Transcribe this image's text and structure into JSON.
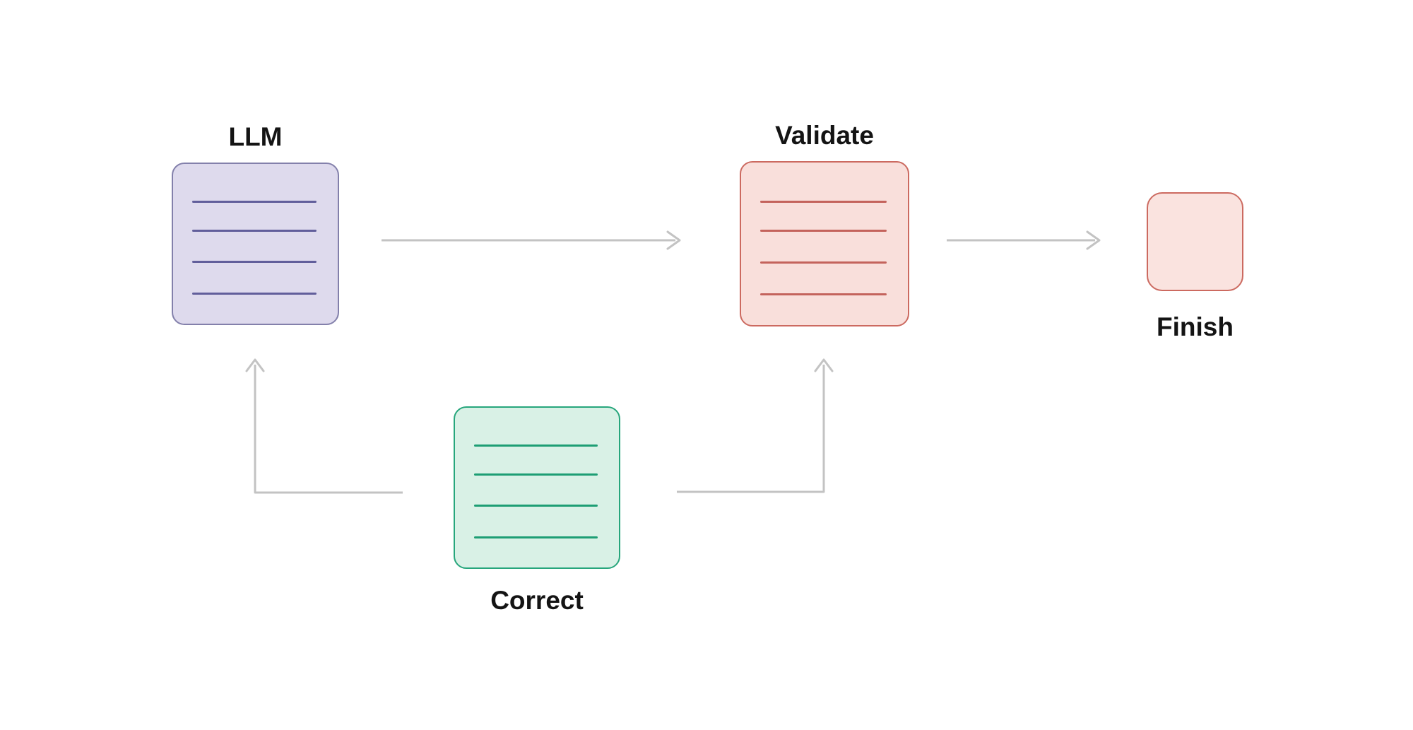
{
  "diagram": {
    "nodes": {
      "llm": {
        "label": "LLM",
        "shape": "document-with-lines",
        "palette": "purple",
        "line_count": 4
      },
      "validate": {
        "label": "Validate",
        "shape": "document-with-lines",
        "palette": "red",
        "line_count": 4
      },
      "correct": {
        "label": "Correct",
        "shape": "document-with-lines",
        "palette": "green",
        "line_count": 4
      },
      "finish": {
        "label": "Finish",
        "shape": "rounded-square",
        "palette": "red",
        "line_count": 0
      }
    },
    "edges": [
      {
        "from": "llm",
        "to": "validate",
        "route": "straight",
        "direction": "right"
      },
      {
        "from": "validate",
        "to": "finish",
        "route": "straight",
        "direction": "right"
      },
      {
        "from": "correct",
        "to": "llm",
        "route": "elbow",
        "direction": "left-then-up"
      },
      {
        "from": "correct",
        "to": "validate",
        "route": "elbow",
        "direction": "right-then-up"
      }
    ]
  },
  "colors": {
    "canvas-bg": "#ffffff",
    "label": "#141414",
    "arrow": "#c3c3c3",
    "llm-fill": "#dedaed",
    "llm-border": "#8380ab",
    "llm-line": "#615e9b",
    "validate-fill": "#f9dfdb",
    "validate-border": "#cc6a60",
    "validate-line": "#c4635c",
    "correct-fill": "#d9f1e6",
    "correct-border": "#27a67c",
    "correct-line": "#1d9e74",
    "finish-fill": "#fae3df"
  }
}
